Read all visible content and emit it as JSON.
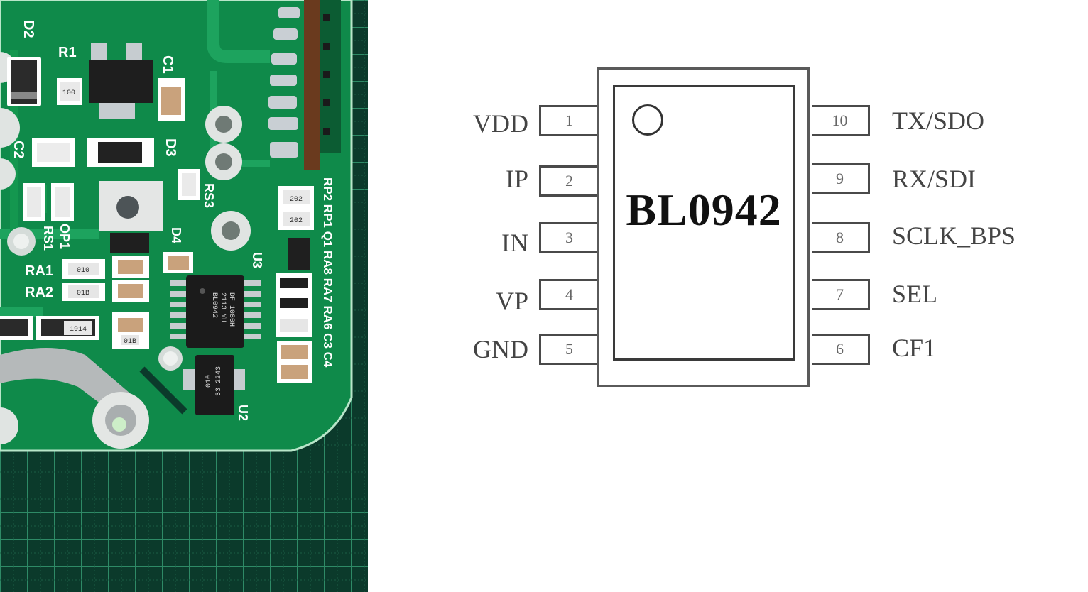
{
  "photo": {
    "silkscreen": {
      "d2": "D2",
      "r1": "R1",
      "c1": "C1",
      "c2": "C2",
      "d3": "D3",
      "rs3": "RS3",
      "op1": "OP1",
      "rs1": "RS1",
      "d4": "D4",
      "ra1": "RA1",
      "ra2": "RA2",
      "u3": "U3",
      "u2": "U2",
      "right_column": "RP2 RP1 Q1 RA8 RA7 RA6 C3 C4"
    },
    "component_codes": {
      "r1_code": "100",
      "ra1_code": "010",
      "ra2_code": "01B",
      "res_1914": "1914",
      "res_01b_bottom": "01B",
      "rp2_code": "202",
      "rp1_code": "202"
    },
    "u1_marking": [
      "BL0942",
      "2113 YH",
      "DF 1080H"
    ],
    "u2_marking": [
      "010",
      "33 2243"
    ]
  },
  "chip": {
    "name": "BL0942",
    "left_pins": [
      {
        "number": "1",
        "label": "VDD"
      },
      {
        "number": "2",
        "label": "IP"
      },
      {
        "number": "3",
        "label": "IN"
      },
      {
        "number": "4",
        "label": "VP"
      },
      {
        "number": "5",
        "label": "GND"
      }
    ],
    "right_pins": [
      {
        "number": "10",
        "label": "TX/SDO"
      },
      {
        "number": "9",
        "label": "RX/SDI"
      },
      {
        "number": "8",
        "label": "SCLK_BPS"
      },
      {
        "number": "7",
        "label": "SEL"
      },
      {
        "number": "6",
        "label": "CF1"
      }
    ]
  }
}
